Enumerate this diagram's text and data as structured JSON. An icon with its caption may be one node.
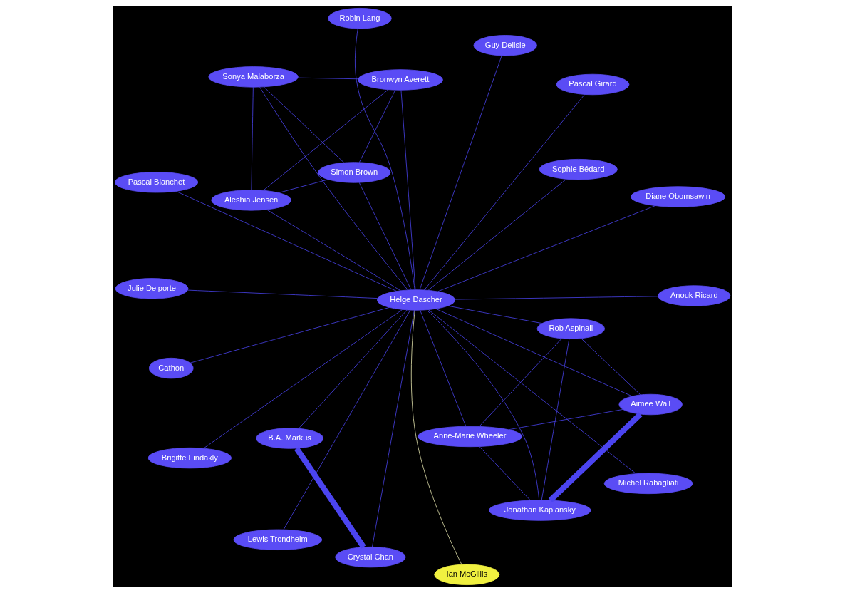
{
  "diagram": {
    "nodes": [
      {
        "text": [
          "Cathon"
        ]
      },
      {
        "text": [
          "Anouk Ricard"
        ]
      },
      {
        "text": [
          "Lewis Trondheim"
        ]
      },
      {
        "text": [
          "Robin Lang"
        ]
      },
      {
        "text": [
          "Sophie Bédard"
        ]
      },
      {
        "text": [
          "B.A. Markus"
        ]
      },
      {
        "text": [
          "Brigitte Findakly"
        ]
      },
      {
        "text": [
          "Aimee Wall"
        ]
      },
      {
        "text": [
          "Anne-Marie Wheeler"
        ]
      },
      {
        "text": [
          "Crystal Chan"
        ]
      },
      {
        "text": [
          "Jonathan Kaplansky"
        ]
      },
      {
        "text": [
          "Helge Dascher"
        ]
      },
      {
        "text": [
          "Diane Obomsawin"
        ]
      },
      {
        "text": [
          "Rob Aspinall"
        ]
      },
      {
        "text": [
          "Guy Delisle"
        ]
      },
      {
        "text": [
          "Michel Rabagliati"
        ]
      },
      {
        "text": [
          "Ian McGillis"
        ]
      },
      {
        "text": [
          "Sonya Malaborza"
        ]
      },
      {
        "text": [
          "Julie Delporte"
        ]
      },
      {
        "text": [
          "Pascal Blanchet"
        ]
      },
      {
        "text": [
          "Simon Brown"
        ]
      },
      {
        "text": [
          "Aleshia Jensen"
        ]
      },
      {
        "text": [
          "Pascal Girard"
        ]
      },
      {
        "text": [
          "Bronwyn Averett"
        ]
      }
    ],
    "edges": [
      {
        "from": 11,
        "to": 0,
        "arrow": "none"
      },
      {
        "from": 11,
        "to": 1,
        "arrow": "none"
      },
      {
        "from": 11,
        "to": 2,
        "arrow": "none"
      },
      {
        "from": 11,
        "to": 3,
        "arrow": "none"
      },
      {
        "from": 11,
        "to": 4,
        "arrow": "none"
      },
      {
        "from": 11,
        "to": 5,
        "arrow": "none"
      },
      {
        "from": 11,
        "to": 6,
        "arrow": "none"
      },
      {
        "from": 11,
        "to": 7,
        "arrow": "none"
      },
      {
        "from": 11,
        "to": 8,
        "arrow": "none"
      },
      {
        "from": 11,
        "to": 9,
        "arrow": "none"
      },
      {
        "from": 11,
        "to": 10,
        "arrow": "none"
      },
      {
        "from": 11,
        "to": 12,
        "arrow": "none"
      },
      {
        "from": 11,
        "to": 13,
        "arrow": "none"
      },
      {
        "from": 11,
        "to": 14,
        "arrow": "none"
      },
      {
        "from": 11,
        "to": 15,
        "arrow": "none"
      },
      {
        "from": 11,
        "to": 16,
        "arrow": "none",
        "color": "#e6e6b0"
      },
      {
        "from": 11,
        "to": 17,
        "arrow": "none"
      },
      {
        "from": 11,
        "to": 18,
        "arrow": "none"
      },
      {
        "from": 11,
        "to": 19,
        "arrow": "none"
      },
      {
        "from": 11,
        "to": 20,
        "arrow": "none"
      },
      {
        "from": 11,
        "to": 21,
        "arrow": "none"
      },
      {
        "from": 11,
        "to": 22,
        "arrow": "none"
      },
      {
        "from": 11,
        "to": 23,
        "arrow": "none"
      },
      {
        "from": 5,
        "to": 9,
        "arrow": "none",
        "style": "thick"
      },
      {
        "from": 7,
        "to": 10,
        "arrow": "none",
        "style": "thick"
      },
      {
        "from": 7,
        "to": 8,
        "arrow": "none"
      },
      {
        "from": 7,
        "to": 13,
        "arrow": "none"
      },
      {
        "from": 10,
        "to": 8,
        "arrow": "none"
      },
      {
        "from": 10,
        "to": 13,
        "arrow": "none"
      },
      {
        "from": 8,
        "to": 13,
        "arrow": "none"
      },
      {
        "from": 17,
        "to": 21,
        "arrow": "none"
      },
      {
        "from": 17,
        "to": 23,
        "arrow": "none"
      },
      {
        "from": 17,
        "to": 20,
        "arrow": "none"
      },
      {
        "from": 21,
        "to": 20,
        "arrow": "none"
      },
      {
        "from": 21,
        "to": 23,
        "arrow": "none"
      },
      {
        "from": 20,
        "to": 23,
        "arrow": "none"
      }
    ]
  }
}
